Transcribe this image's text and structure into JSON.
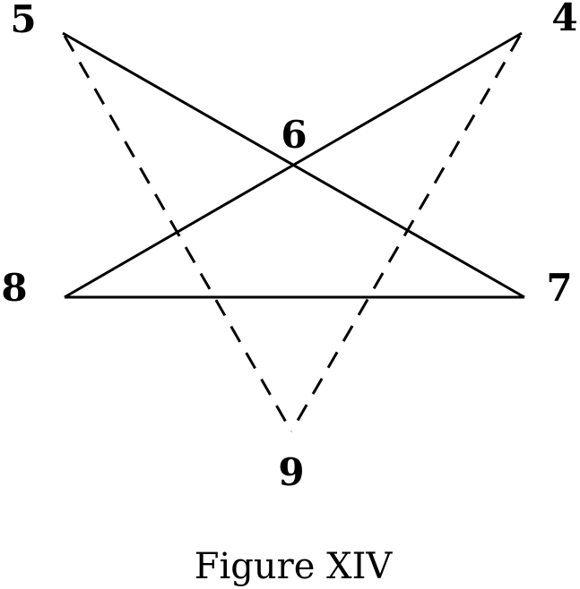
{
  "figure": {
    "caption": "Figure XIV",
    "labels": {
      "p4": "4",
      "p5": "5",
      "p6": "6",
      "p7": "7",
      "p8": "8",
      "p9": "9"
    },
    "edges": [
      {
        "from": "5",
        "to": "7",
        "style": "solid"
      },
      {
        "from": "4",
        "to": "8",
        "style": "solid"
      },
      {
        "from": "8",
        "to": "7",
        "style": "solid"
      },
      {
        "from": "5",
        "to": "9",
        "style": "dashed"
      },
      {
        "from": "4",
        "to": "9",
        "style": "dashed"
      }
    ]
  }
}
